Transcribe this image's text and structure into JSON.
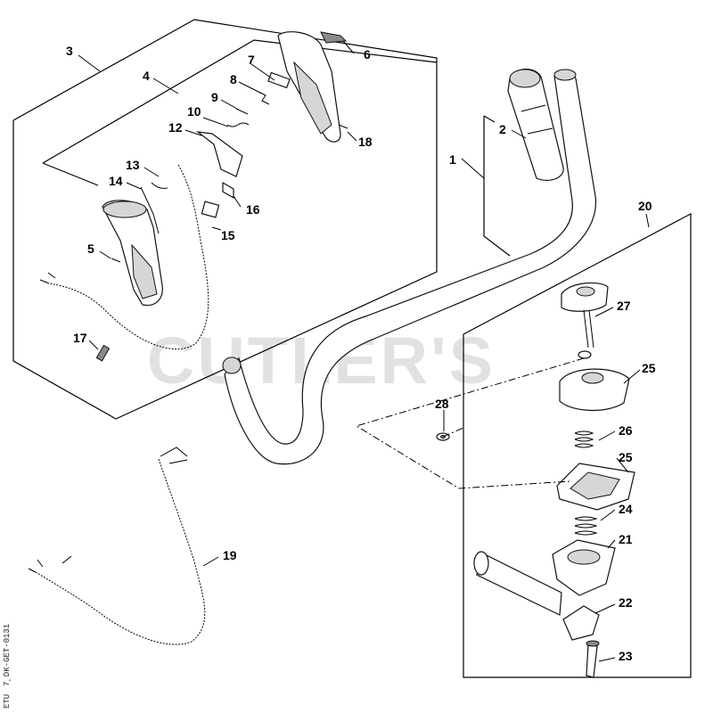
{
  "watermark": "CUTLER'S",
  "side_code": "7¸DK-GET-0131",
  "side_logo": "ETU",
  "callouts": [
    {
      "id": "c1",
      "label": "1"
    },
    {
      "id": "c2",
      "label": "2"
    },
    {
      "id": "c3",
      "label": "3"
    },
    {
      "id": "c4",
      "label": "4"
    },
    {
      "id": "c5",
      "label": "5"
    },
    {
      "id": "c6",
      "label": "6"
    },
    {
      "id": "c7",
      "label": "7"
    },
    {
      "id": "c8",
      "label": "8"
    },
    {
      "id": "c9",
      "label": "9"
    },
    {
      "id": "c10",
      "label": "10"
    },
    {
      "id": "c12",
      "label": "12"
    },
    {
      "id": "c13",
      "label": "13"
    },
    {
      "id": "c14",
      "label": "14"
    },
    {
      "id": "c15",
      "label": "15"
    },
    {
      "id": "c16",
      "label": "16"
    },
    {
      "id": "c17",
      "label": "17"
    },
    {
      "id": "c18",
      "label": "18"
    },
    {
      "id": "c19",
      "label": "19"
    },
    {
      "id": "c20",
      "label": "20"
    },
    {
      "id": "c21",
      "label": "21"
    },
    {
      "id": "c22",
      "label": "22"
    },
    {
      "id": "c23",
      "label": "23"
    },
    {
      "id": "c24",
      "label": "24"
    },
    {
      "id": "c25a",
      "label": "25"
    },
    {
      "id": "c25b",
      "label": "25"
    },
    {
      "id": "c26",
      "label": "26"
    },
    {
      "id": "c27",
      "label": "27"
    },
    {
      "id": "c28",
      "label": "28"
    }
  ]
}
